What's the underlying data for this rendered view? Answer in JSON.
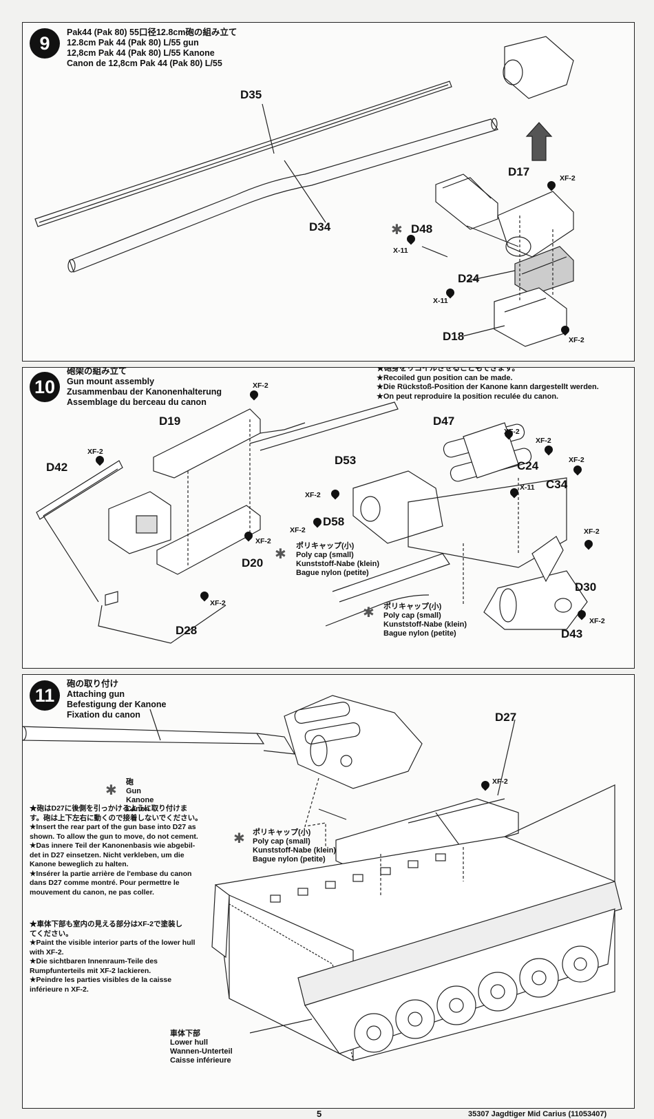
{
  "step9": {
    "number": "9",
    "title_lines": [
      "Pak44 (Pak 80) 55口径12.8cm砲の組み立て",
      "12.8cm Pak 44 (Pak 80) L/55 gun",
      "12,8cm Pak 44 (Pak 80) L/55 Kanone",
      "Canon de 12,8cm Pak 44 (Pak 80) L/55"
    ],
    "parts": {
      "d35": "D35",
      "d34": "D34",
      "d17": "D17",
      "d48": "D48",
      "d24": "D24",
      "d18": "D18"
    },
    "paints": {
      "xf2_a": "XF-2",
      "x11_a": "X-11",
      "x11_b": "X-11",
      "xf2_b": "XF-2"
    }
  },
  "step10": {
    "number": "10",
    "title_lines": [
      "砲架の組み立て",
      "Gun mount assembly",
      "Zusammenbau der Kanonenhalterung",
      "Assemblage du berceau du canon"
    ],
    "notes": [
      "★砲身をリコイルさせることもできます。",
      "★Recoiled gun position can be made.",
      "★Die Rückstoß-Position der Kanone kann dargestellt werden.",
      "★On peut reproduire la position reculée du canon."
    ],
    "parts": {
      "d19": "D19",
      "d42": "D42",
      "d20": "D20",
      "d28": "D28",
      "d47": "D47",
      "d53": "D53",
      "c24": "C24",
      "c34": "C34",
      "d58": "D58",
      "d30": "D30",
      "d43": "D43"
    },
    "paints": {
      "xf2_1": "XF-2",
      "xf2_2": "XF-2",
      "xf2_3": "XF-2",
      "xf2_4": "XF-2",
      "xf2_5": "XF-2",
      "xf2_6": "XF-2",
      "xf2_7": "XF-2",
      "xf2_8": "XF-2",
      "xf2_9": "XF-2",
      "xf2_10": "XF-2",
      "x11": "X-11",
      "xf2_11": "XF-2"
    },
    "polycap1": [
      "ポリキャップ(小)",
      "Poly cap (small)",
      "Kunststoff-Nabe (klein)",
      "Bague nylon (petite)"
    ],
    "polycap2": [
      "ポリキャップ(小)",
      "Poly cap (small)",
      "Kunststoff-Nabe (klein)",
      "Bague nylon (petite)"
    ]
  },
  "step11": {
    "number": "11",
    "title_lines": [
      "砲の取り付け",
      "Attaching gun",
      "Befestigung der Kanone",
      "Fixation du canon"
    ],
    "gun_label": [
      "砲",
      "Gun",
      "Kanone",
      "Canon"
    ],
    "polycap": [
      "ポリキャップ(小)",
      "Poly cap (small)",
      "Kunststoff-Nabe (klein)",
      "Bague nylon (petite)"
    ],
    "note1": [
      "★砲はD27に後側を引っかけるように取り付けま",
      "す。砲は上下左右に動くので接着しないでください。",
      "★Insert the rear part of the gun base into D27 as",
      "shown. To allow the gun to move, do not cement.",
      "★Das innere Teil der Kanonenbasis wie abgebil-",
      "det in D27 einsetzen. Nicht verkleben, um die",
      "Kanone beweglich zu halten.",
      "★Insérer la partie arrière de l'embase du canon",
      "dans D27 comme montré. Pour permettre le",
      "mouvement du canon, ne pas coller."
    ],
    "note2": [
      "★車体下部も室内の見える部分はXF-2で塗装し",
      "てください。",
      "★Paint the visible interior parts of the lower hull",
      "with XF-2.",
      "★Die sichtbaren Innenraum-Teile des",
      "Rumpfunterteils mit XF-2 lackieren.",
      "★Peindre les parties visibles de la caisse",
      "inférieure n XF-2."
    ],
    "lower_hull": [
      "車体下部",
      "Lower hull",
      "Wannen-Unterteil",
      "Caisse inférieure"
    ],
    "parts": {
      "d27": "D27"
    },
    "paints": {
      "xf2": "XF-2"
    }
  },
  "footer": {
    "page": "5",
    "code": "35307 Jagdtiger Mid Carius (11053407)"
  }
}
